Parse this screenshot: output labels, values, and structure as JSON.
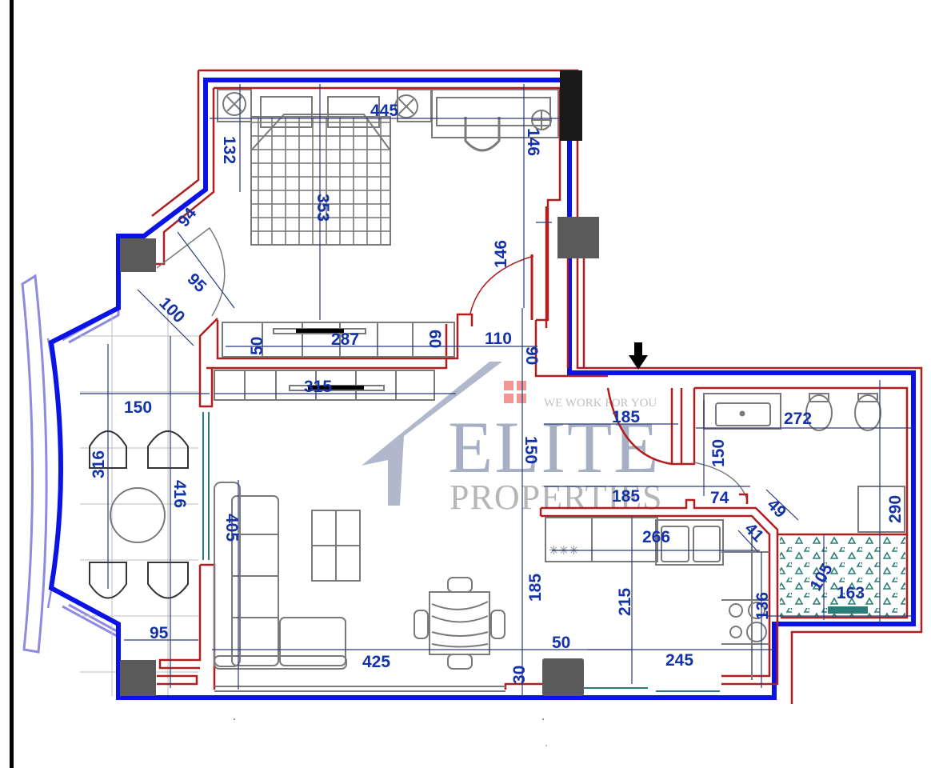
{
  "plan": {
    "type": "apartment floor plan",
    "units": "cm",
    "colors": {
      "outer_wall": "#0a12e6",
      "inner_wall": "#b01e1e",
      "column": "#5a5a5a",
      "dimension_text": "#1533a8",
      "dimension_line": "#2a3b7a",
      "furniture": "#7a7a7a",
      "balcony": "#8d8ae0",
      "floor_pattern": "#2b7d78"
    },
    "watermark": {
      "brand": "ELITE",
      "sub": "PROPERTIES",
      "tagline": "WE WORK FOR YOU",
      "logo_color": "#f28b8b"
    },
    "entrance_arrow": "down-arrow-icon",
    "rooms": [
      {
        "name": "bedroom",
        "dims": [
          "445",
          "353",
          "132",
          "146"
        ]
      },
      {
        "name": "bedroom-door",
        "dims": [
          "94",
          "95",
          "100"
        ]
      },
      {
        "name": "wardrobe",
        "dims": [
          "50",
          "287",
          "60",
          "110",
          "146",
          "90"
        ]
      },
      {
        "name": "living-room",
        "dims": [
          "315",
          "405",
          "425",
          "185",
          "30",
          "50"
        ]
      },
      {
        "name": "balcony",
        "dims": [
          "150",
          "316",
          "416",
          "95"
        ]
      },
      {
        "name": "hallway",
        "dims": [
          "185",
          "150",
          "185",
          "74"
        ]
      },
      {
        "name": "bathroom",
        "dims": [
          "272",
          "150",
          "49",
          "290"
        ]
      },
      {
        "name": "kitchen",
        "dims": [
          "266",
          "41",
          "215",
          "136",
          "245"
        ]
      },
      {
        "name": "shower",
        "dims": [
          "105",
          "163"
        ]
      }
    ]
  },
  "labels": {
    "bed_width": "445",
    "bed_left": "132",
    "bed_right": "146",
    "bed_depth": "353",
    "door_94": "94",
    "door_95": "95",
    "door_100": "100",
    "wardrobe_50": "50",
    "wardrobe_287": "287",
    "wardrobe_60": "60",
    "hall_110": "110",
    "hall_146": "146",
    "hall_90": "90",
    "tv_315": "315",
    "balcony_150": "150",
    "balcony_316": "316",
    "balcony_416": "416",
    "balcony_95": "95",
    "living_405": "405",
    "living_425": "425",
    "living_185": "185",
    "living_30": "30",
    "col_50": "50",
    "hall_185_top": "185",
    "hall_150": "150",
    "hall_185_bottom": "185",
    "bath_74": "74",
    "bath_272": "272",
    "bath_150": "150",
    "bath_49": "49",
    "bath_290": "290",
    "kitchen_266": "266",
    "kitchen_41": "41",
    "kitchen_215": "215",
    "kitchen_136": "136",
    "kitchen_245": "245",
    "shower_105": "105",
    "shower_163": "163"
  }
}
